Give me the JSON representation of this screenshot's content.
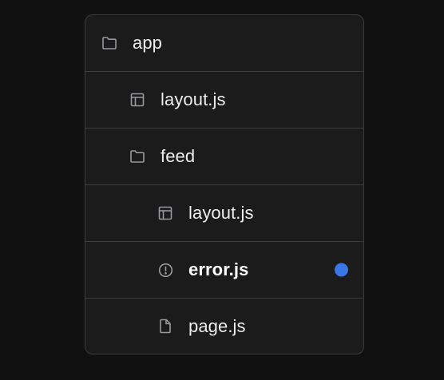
{
  "colors": {
    "background": "#111111",
    "panel": "#1b1b1c",
    "border": "#3b3b3e",
    "text": "#ededed",
    "icon": "#9a9a9e",
    "accent_dot": "#3b76e8"
  },
  "tree": {
    "items": [
      {
        "label": "app",
        "icon": "folder-icon",
        "depth": 0,
        "bold": false
      },
      {
        "label": "layout.js",
        "icon": "layout-icon",
        "depth": 1,
        "bold": false
      },
      {
        "label": "feed",
        "icon": "folder-icon",
        "depth": 1,
        "bold": false
      },
      {
        "label": "layout.js",
        "icon": "layout-icon",
        "depth": 2,
        "bold": false
      },
      {
        "label": "error.js",
        "icon": "error-icon",
        "depth": 2,
        "bold": true,
        "indicator": "blue-dot"
      },
      {
        "label": "page.js",
        "icon": "file-icon",
        "depth": 2,
        "bold": false
      }
    ]
  }
}
